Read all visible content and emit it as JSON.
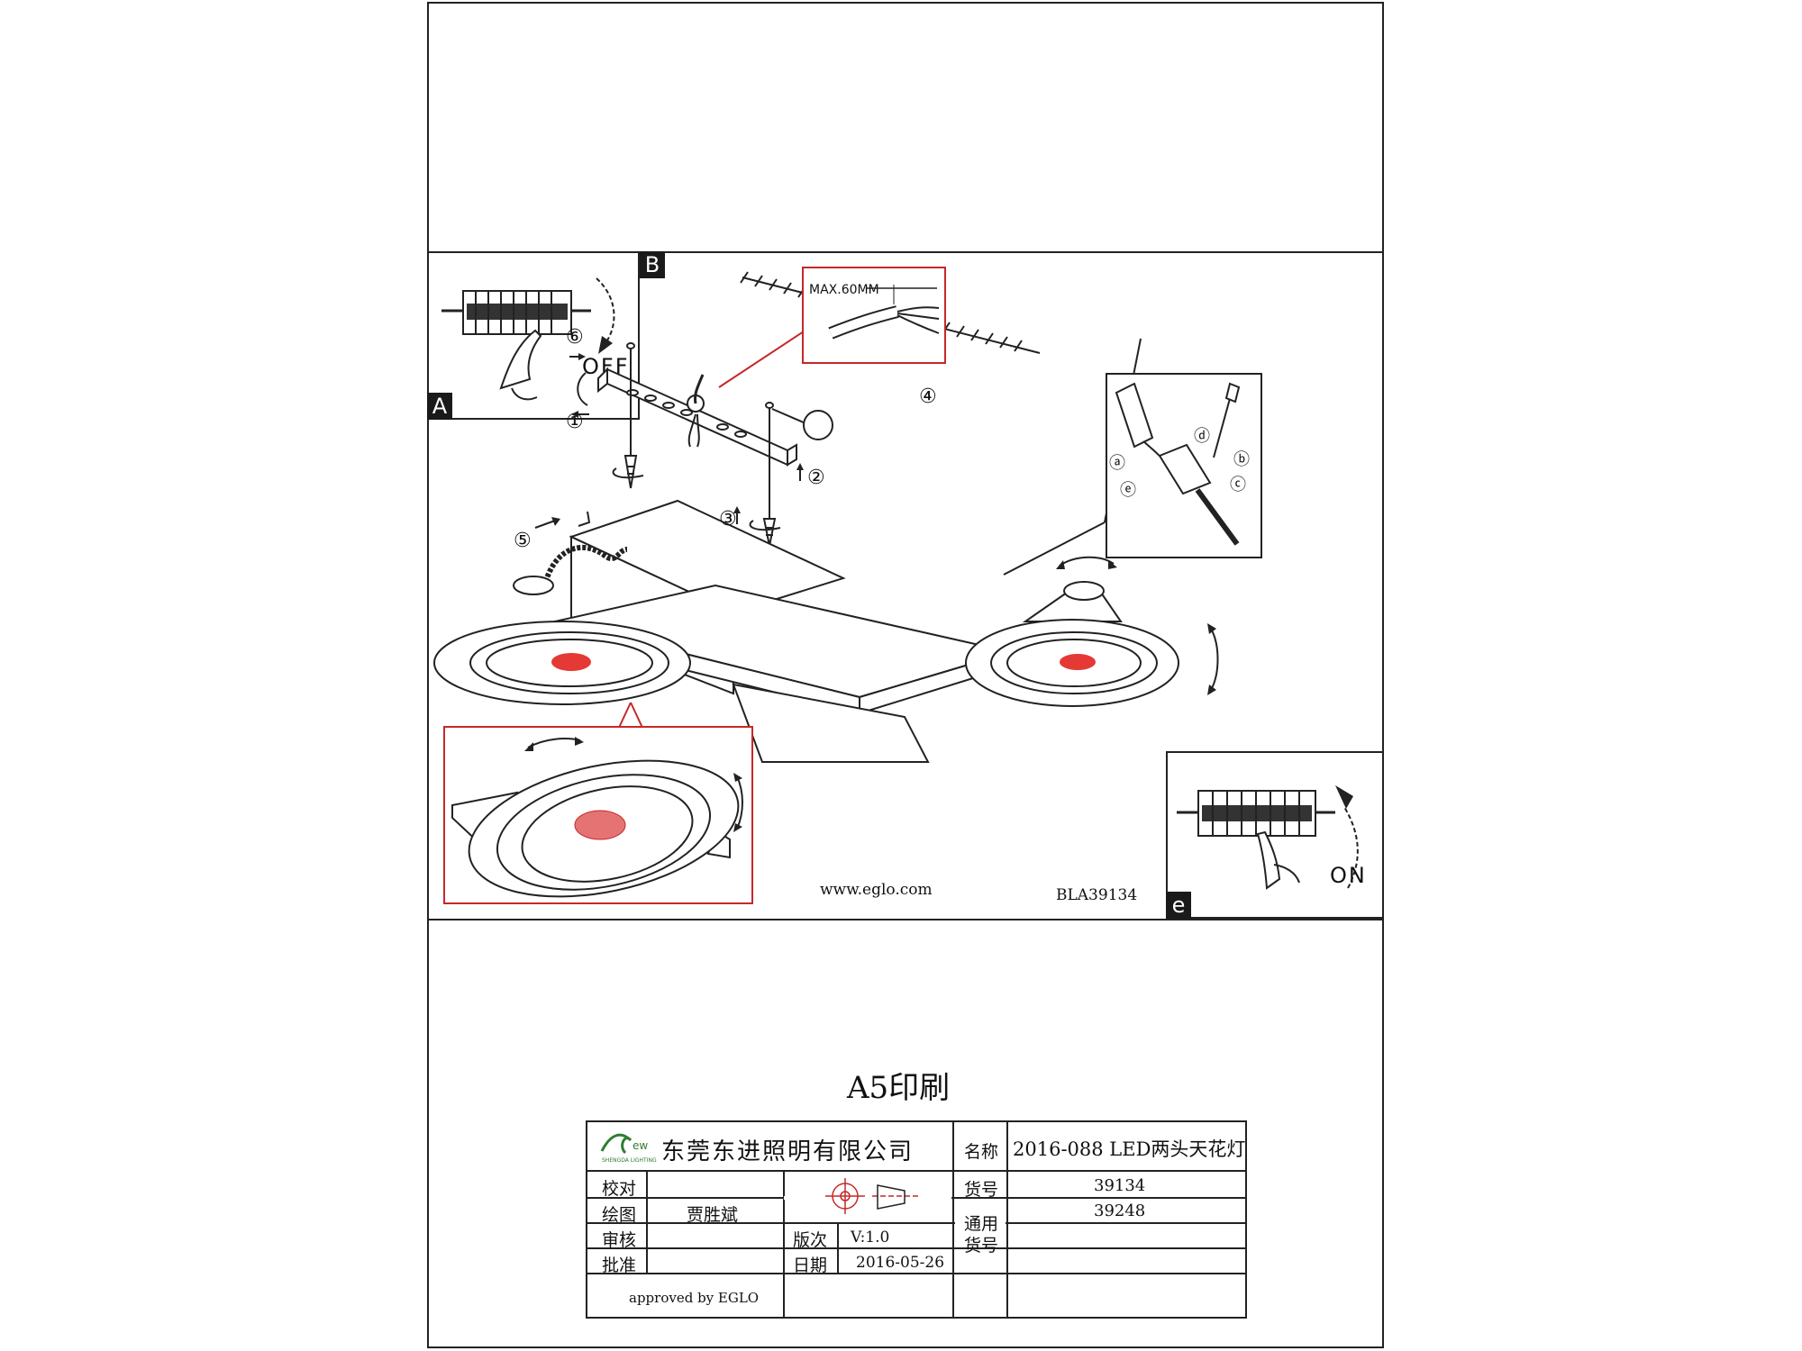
{
  "panel_tags": {
    "a": "A",
    "b": "B",
    "e": "e"
  },
  "switch_labels": {
    "off": "OFF",
    "on": "ON"
  },
  "wire_callout": {
    "max_strip": "MAX.60MM"
  },
  "step_numbers": [
    "⑥",
    "①",
    "②",
    "③",
    "④",
    "⑤"
  ],
  "detail_letters": [
    "ⓐ",
    "ⓑ",
    "ⓒ",
    "ⓓ",
    "ⓔ"
  ],
  "diagram_footer": {
    "website": "www.eglo.com",
    "doc_code": "BLA39134"
  },
  "print_note": "A5印刷",
  "title_block": {
    "company": "东莞东进照明有限公司",
    "logo_text": "SHENGDA LIGHTING",
    "name_label": "名称",
    "name_value": "2016-088 LED两头天花灯",
    "proofread_label": "校对",
    "proofread_value": "",
    "drawing_label": "绘图",
    "drawing_value": "贾胜斌",
    "review_label": "审核",
    "review_value": "",
    "approve_label": "批准",
    "approve_value": "",
    "version_label": "版次",
    "version_value": "V:1.0",
    "date_label": "日期",
    "date_value": "2016-05-26",
    "item_label": "货号",
    "item_value": "39134",
    "common_item_label_1": "通用",
    "common_item_label_2": "货号",
    "common_item_value": "39248",
    "approved_by": "approved by EGLO"
  },
  "colors": {
    "line": "#222222",
    "callout": "#c62828",
    "lens": "#e53935"
  }
}
